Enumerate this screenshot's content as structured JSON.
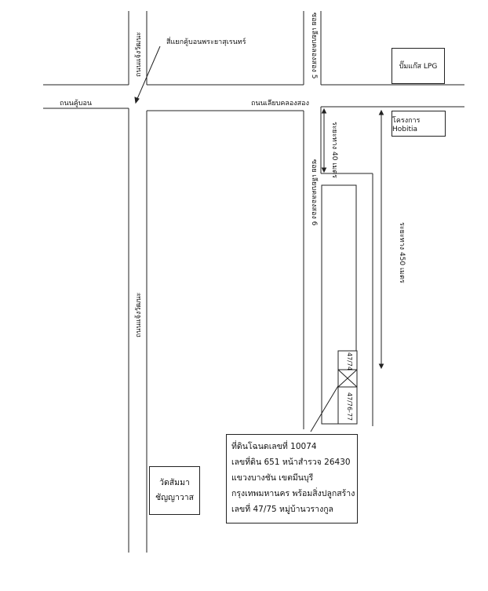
{
  "roads": {
    "chaeng_watthana_top": "ถนนแจ้งวัฒนะ",
    "chaeng_watthana_mid": "ถนนแจ้งวัฒนะ",
    "kubon": "ถนนคู้บอน",
    "liap_khlong_song": "ถนนเลียบคลองสอง",
    "soi_5": "ซอย เลียบคลองสอง 5",
    "soi_6": "ซอย เลียบคลองสอง 6"
  },
  "landmarks": {
    "intersection": "สี่แยกคู้บอนพระยาสุเรนทร์",
    "lpg": "ปั๊มแก๊ส LPG",
    "hobitia": "โครงการ Hobitia",
    "temple_line1": "วัดสัมมา",
    "temple_line2": "ชัญญาวาส"
  },
  "distances": {
    "d40": "ระยะทาง 40 เมตร",
    "d450": "ระยะทาง 450 เมตร"
  },
  "plots": {
    "p1": "47/74",
    "p2": "47/76-77"
  },
  "info": {
    "line1": "ที่ดินโฉนดเลขที่ 10074",
    "line2": "เลขที่ดิน 651 หน้าสำรวจ 26430",
    "line3": "แขวงบางชัน เขตมีนบุรี",
    "line4": "กรุงเทพมหานคร พร้อมสิ่งปลูกสร้าง",
    "line5": "เลขที่ 47/75 หมู่บ้านวรางกูล"
  }
}
